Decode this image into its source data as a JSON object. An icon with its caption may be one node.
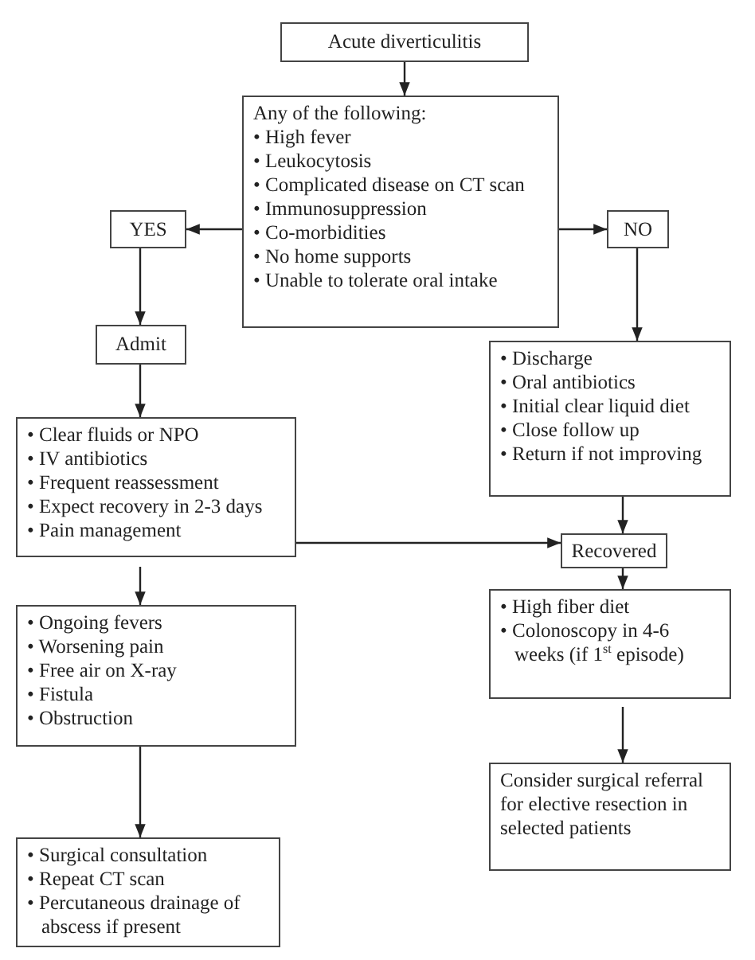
{
  "diagram": {
    "nodes": [
      {
        "text": [
          "Acute diverticulitis"
        ]
      },
      {
        "text": [
          "Any of the following:",
          "• High fever",
          "• Leukocytosis",
          "• Complicated disease on CT scan",
          "• Immunosuppression",
          "• Co-morbidities",
          "• No home supports",
          "• Unable to tolerate oral intake"
        ]
      },
      {
        "text": [
          "YES"
        ]
      },
      {
        "text": [
          "NO"
        ]
      },
      {
        "text": [
          "Admit"
        ]
      },
      {
        "text": [
          "• Discharge",
          "• Oral antibiotics",
          "• Initial clear liquid diet",
          "• Close follow up",
          "• Return if not improving"
        ]
      },
      {
        "text": [
          "• Clear fluids or NPO",
          "• IV antibiotics",
          "• Frequent reassessment",
          "• Expect recovery in  2-3 days",
          "• Pain management"
        ]
      },
      {
        "text": [
          "Recovered"
        ]
      },
      {
        "text": [
          "• High fiber diet",
          "• Colonoscopy in 4-6 weeks (if 1$^{st}$ episode)"
        ]
      },
      {
        "text": [
          "• Ongoing fevers",
          "• Worsening pain",
          "• Free air on X-ray",
          "• Fistula",
          "• Obstruction"
        ]
      },
      {
        "text": [
          "Consider surgical referral for elective resection in selected patients"
        ]
      },
      {
        "text": [
          "• Surgical consultation",
          "• Repeat CT scan",
          "• Percutaneous drainage of abscess if present"
        ]
      }
    ],
    "edges": [
      {
        "from": 0,
        "to": 1,
        "arrow": "to"
      },
      {
        "from": 1,
        "to": 2,
        "arrow": "to"
      },
      {
        "from": 1,
        "to": 3,
        "arrow": "to"
      },
      {
        "from": 2,
        "to": 4,
        "arrow": "to"
      },
      {
        "from": 3,
        "to": 5,
        "arrow": "to"
      },
      {
        "from": 4,
        "to": 6,
        "arrow": "to"
      },
      {
        "from": 6,
        "to": 7,
        "arrow": "to"
      },
      {
        "from": 5,
        "to": 7,
        "arrow": "to"
      },
      {
        "from": 7,
        "to": 8,
        "arrow": "to"
      },
      {
        "from": 6,
        "to": 9,
        "arrow": "to"
      },
      {
        "from": 8,
        "to": 10,
        "arrow": "to"
      },
      {
        "from": 9,
        "to": 11,
        "arrow": "to"
      }
    ]
  }
}
